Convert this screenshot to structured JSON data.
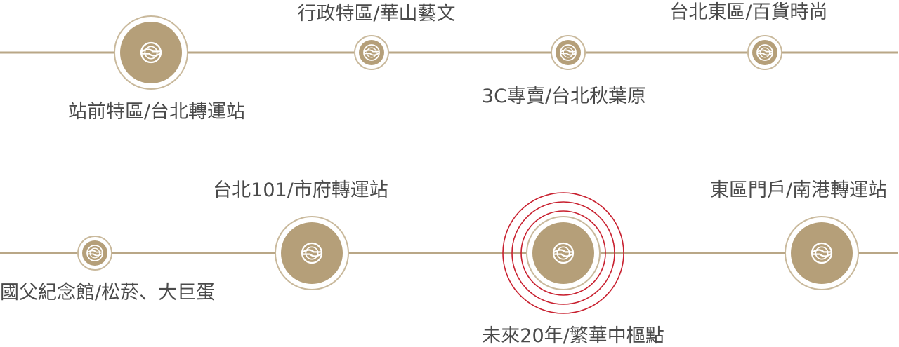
{
  "colors": {
    "gold": "#b59f79",
    "line": "#b9a787",
    "ring": "#c9b99c",
    "highlight": "#c8202f",
    "logo": "#ffffff",
    "text": "#4a4a4a"
  },
  "icon_name": "taipei-metro-logo-icon",
  "rows": [
    {
      "stations": [
        {
          "label": "站前特區/台北轉運站",
          "size": "large",
          "label_position": "below"
        },
        {
          "label": "行政特區/華山藝文",
          "size": "small",
          "label_position": "above"
        },
        {
          "label": "3C專賣/台北秋葉原",
          "size": "small",
          "label_position": "below"
        },
        {
          "label": "台北東區/百貨時尚",
          "size": "small",
          "label_position": "above"
        }
      ]
    },
    {
      "stations": [
        {
          "label": "國父紀念館/松菸、大巨蛋",
          "size": "small",
          "label_position": "below"
        },
        {
          "label": "台北101/市府轉運站",
          "size": "large",
          "label_position": "above"
        },
        {
          "label": "未來20年/繁華中樞點",
          "size": "large",
          "label_position": "below",
          "highlighted": true
        },
        {
          "label": "東區門戶/南港轉運站",
          "size": "large",
          "label_position": "above"
        }
      ]
    }
  ]
}
